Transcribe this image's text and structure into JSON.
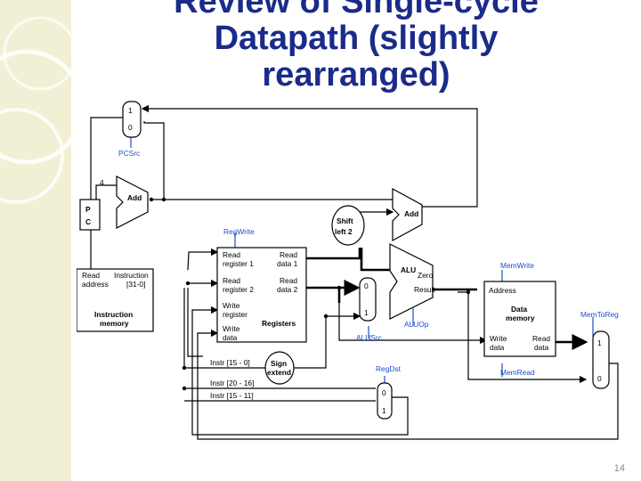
{
  "slide": {
    "title_line1": "Review of Single-cycle",
    "title_line2": "Datapath (slightly",
    "title_line3": "rearranged)",
    "page_number": "14"
  },
  "diagram": {
    "pc": {
      "line1": "P",
      "line2": "C"
    },
    "pc_mux": {
      "in1": "1",
      "in0": "0",
      "control": "PCSrc"
    },
    "adder_pc": {
      "label": "Add",
      "const": "4"
    },
    "adder_branch": {
      "label": "Add"
    },
    "shift": {
      "line1": "Shift",
      "line2": "left 2"
    },
    "imem": {
      "read_address_1": "Read",
      "read_address_2": "address",
      "instruction_1": "Instruction",
      "instruction_2": "[31-0]",
      "title_1": "Instruction",
      "title_2": "memory"
    },
    "registers": {
      "control": "RegWrite",
      "rr1_1": "Read",
      "rr1_2": "register 1",
      "rd1_1": "Read",
      "rd1_2": "data 1",
      "rr2_1": "Read",
      "rr2_2": "register 2",
      "rd2_1": "Read",
      "rd2_2": "data 2",
      "wr_1": "Write",
      "wr_2": "register",
      "wd_1": "Write",
      "wd_2": "data",
      "title": "Registers"
    },
    "alu_mux": {
      "in0": "0",
      "in1": "1",
      "control": "ALUSrc"
    },
    "alu": {
      "label": "ALU",
      "zero": "Zero",
      "result": "Result",
      "control": "ALUOp"
    },
    "dmem": {
      "control_write": "MemWrite",
      "address": "Address",
      "title_1": "Data",
      "title_2": "memory",
      "wd_1": "Write",
      "wd_2": "data",
      "rd_1": "Read",
      "rd_2": "data",
      "control_read": "MemRead"
    },
    "wb_mux": {
      "control": "MemToReg",
      "in1": "1",
      "in0": "0"
    },
    "sign_extend": {
      "line1": "Sign",
      "line2": "extend"
    },
    "regdst_mux": {
      "control": "RegDst",
      "in0": "0",
      "in1": "1"
    },
    "instr_fields": {
      "imm": "Instr [15 - 0]",
      "rt": "Instr [20 - 16]",
      "rd": "Instr [15 - 11]"
    }
  }
}
